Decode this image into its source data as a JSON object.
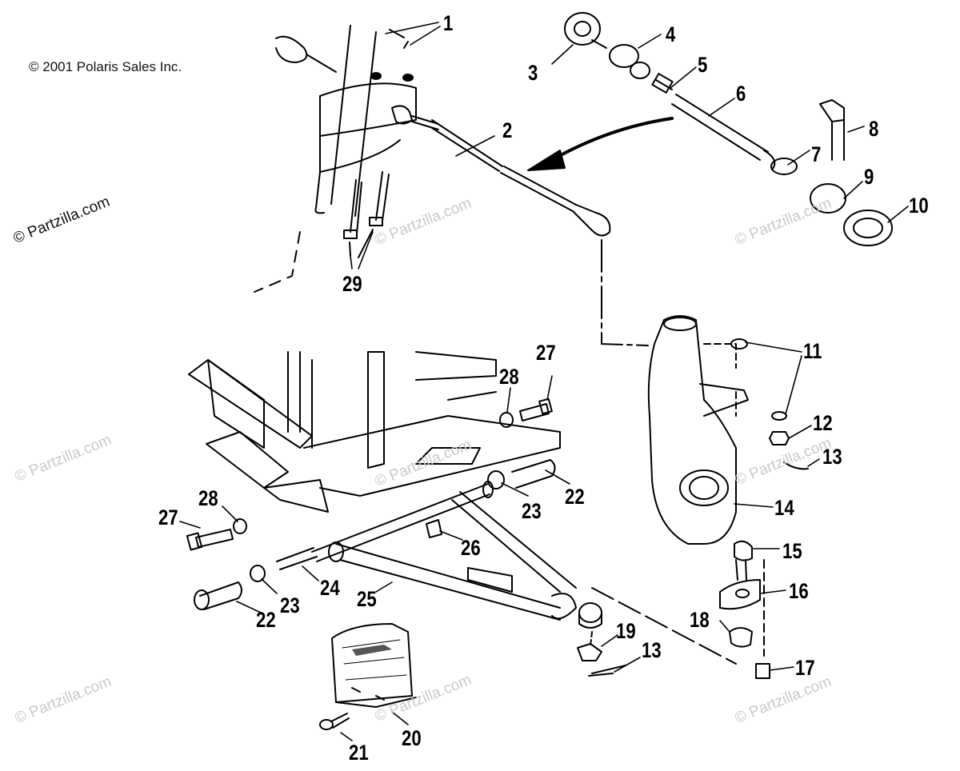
{
  "copyright": "© 2001 Polaris Sales Inc.",
  "watermark": "© Partzilla.com",
  "callouts": [
    "1",
    "2",
    "3",
    "4",
    "5",
    "6",
    "7",
    "8",
    "9",
    "10",
    "11",
    "12",
    "13",
    "14",
    "15",
    "16",
    "17",
    "18",
    "19",
    "13",
    "20",
    "21",
    "22",
    "22",
    "23",
    "23",
    "24",
    "25",
    "26",
    "27",
    "27",
    "28",
    "28",
    "29"
  ],
  "colors": {
    "line": "#000000",
    "watermark_light": "#c9c9c9"
  }
}
